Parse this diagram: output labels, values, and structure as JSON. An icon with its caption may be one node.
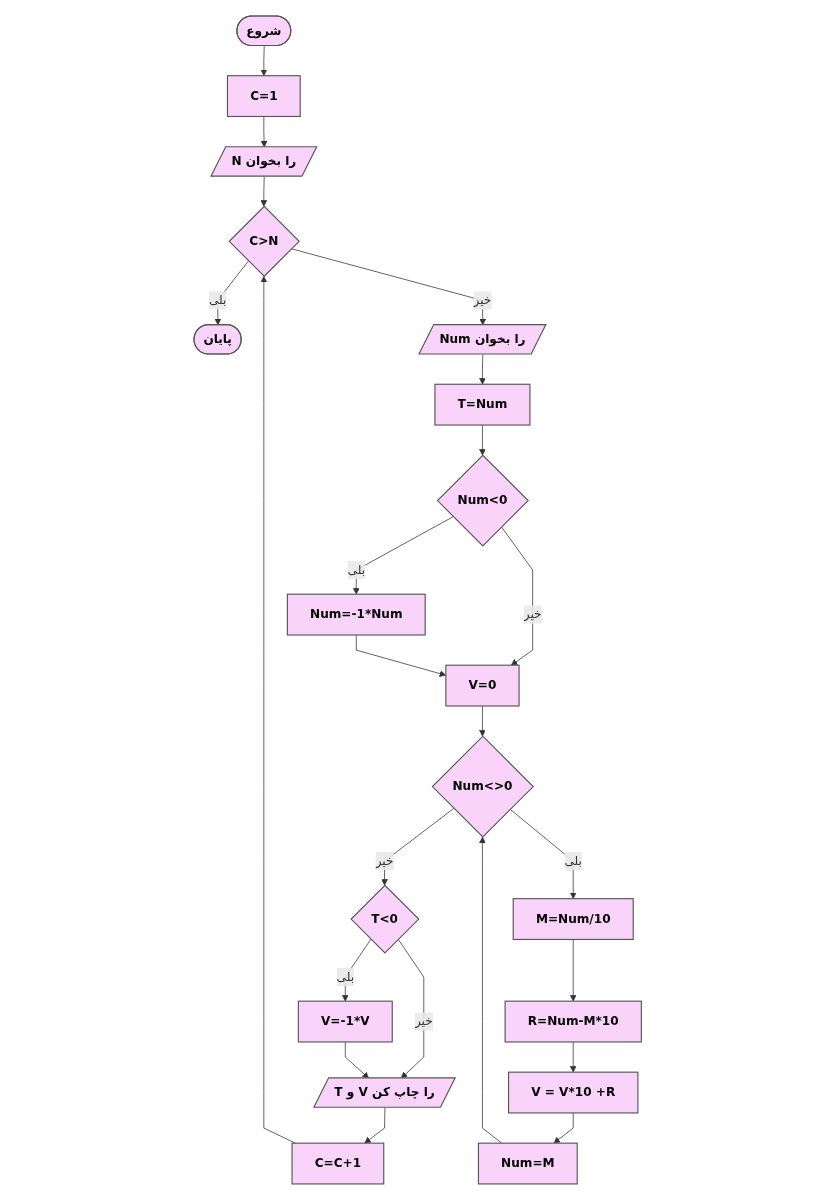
{
  "diagram": {
    "nodes": [
      {
        "text": [
          "شروع"
        ]
      },
      {
        "text": [
          "C=1"
        ]
      },
      {
        "text": [
          "N را بخوان"
        ]
      },
      {
        "text": [
          "C>N"
        ]
      },
      {
        "text": [
          "پایان"
        ]
      },
      {
        "text": [
          "Num را بخوان"
        ]
      },
      {
        "text": [
          "T=Num"
        ]
      },
      {
        "text": [
          "Num<0"
        ]
      },
      {
        "text": [
          "Num=-1*Num"
        ]
      },
      {
        "text": [
          "V=0"
        ]
      },
      {
        "text": [
          "Num<>0"
        ]
      },
      {
        "text": [
          "T<0"
        ]
      },
      {
        "text": [
          "V=-1*V"
        ]
      },
      {
        "text": [
          "T و V را چاپ کن"
        ]
      },
      {
        "text": [
          "C=C+1"
        ]
      },
      {
        "text": [
          "M=Num/10"
        ]
      },
      {
        "text": [
          "R=Num-M*10"
        ]
      },
      {
        "text": [
          "V = V*10 +R"
        ]
      },
      {
        "text": [
          "Num=M"
        ]
      }
    ],
    "edges": [
      {
        "from": 0,
        "to": 1,
        "arrow": "to"
      },
      {
        "from": 1,
        "to": 2,
        "arrow": "to"
      },
      {
        "from": 2,
        "to": 3,
        "arrow": "to"
      },
      {
        "from": 3,
        "to": 4,
        "arrow": "to",
        "label": "بلی"
      },
      {
        "from": 3,
        "to": 5,
        "arrow": "to",
        "label": "خیر"
      },
      {
        "from": 5,
        "to": 6,
        "arrow": "to"
      },
      {
        "from": 6,
        "to": 7,
        "arrow": "to"
      },
      {
        "from": 7,
        "to": 8,
        "arrow": "to",
        "label": "بلی"
      },
      {
        "from": 7,
        "to": 9,
        "arrow": "to",
        "label": "خیر"
      },
      {
        "from": 8,
        "to": 9,
        "arrow": "to"
      },
      {
        "from": 9,
        "to": 10,
        "arrow": "to"
      },
      {
        "from": 10,
        "to": 11,
        "arrow": "to",
        "label": "خیر"
      },
      {
        "from": 10,
        "to": 15,
        "arrow": "to",
        "label": "بلی"
      },
      {
        "from": 11,
        "to": 12,
        "arrow": "to",
        "label": "بلی"
      },
      {
        "from": 11,
        "to": 13,
        "arrow": "to",
        "label": "خیر"
      },
      {
        "from": 12,
        "to": 13,
        "arrow": "to"
      },
      {
        "from": 13,
        "to": 14,
        "arrow": "to"
      },
      {
        "from": 14,
        "to": 3,
        "arrow": "to"
      },
      {
        "from": 15,
        "to": 16,
        "arrow": "to"
      },
      {
        "from": 16,
        "to": 17,
        "arrow": "to"
      },
      {
        "from": 17,
        "to": 18,
        "arrow": "to"
      },
      {
        "from": 18,
        "to": 10,
        "arrow": "to"
      }
    ]
  }
}
